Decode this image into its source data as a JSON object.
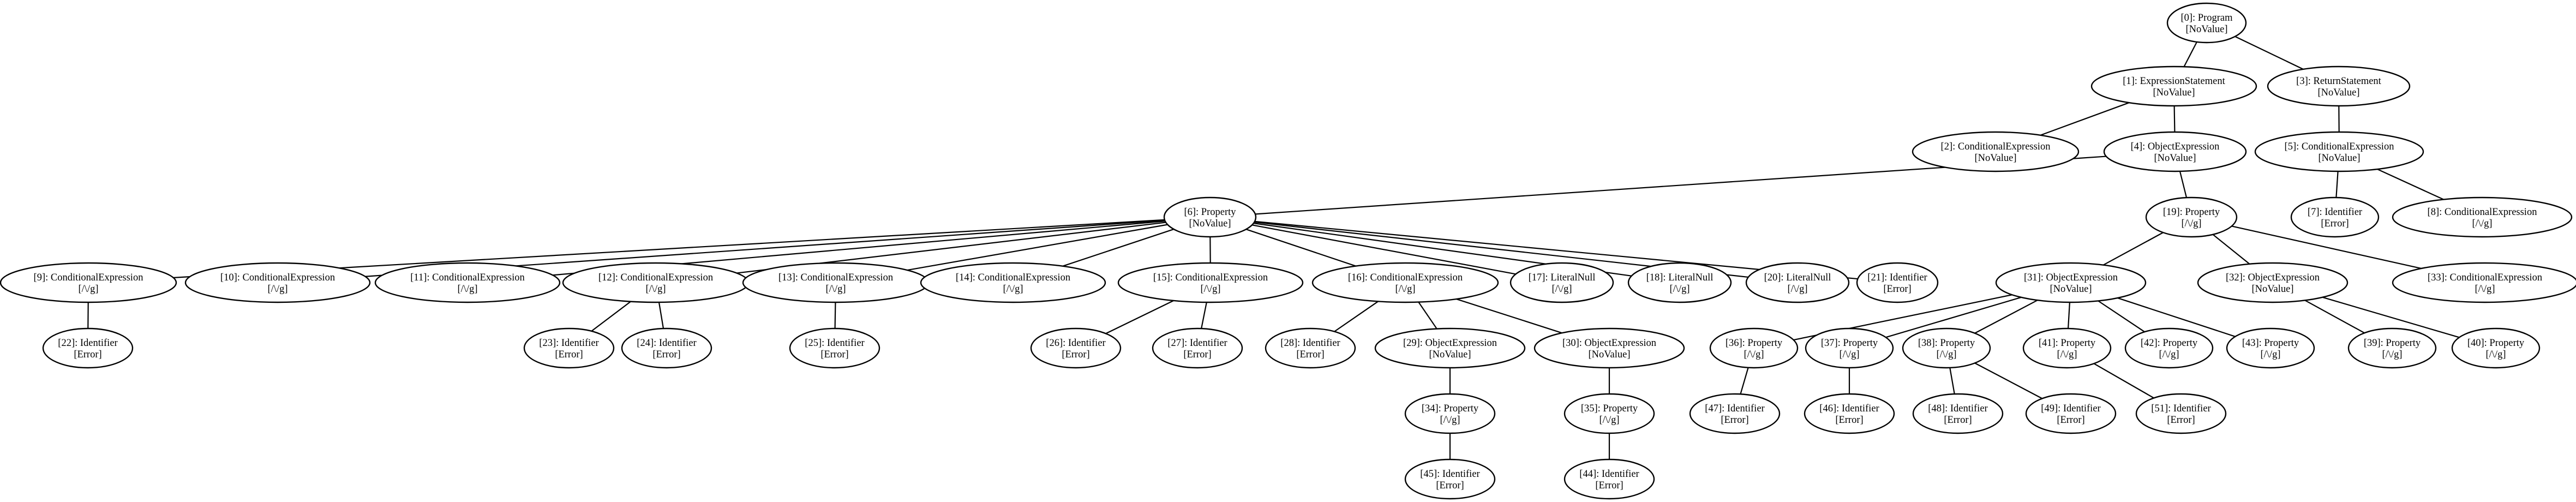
{
  "diagram": {
    "type": "tree",
    "nodes": [
      {
        "id": "n0",
        "line1": "[0]: Program",
        "line2": "[NoValue]"
      },
      {
        "id": "n1",
        "line1": "[1]: ExpressionStatement",
        "line2": "[NoValue]"
      },
      {
        "id": "n3",
        "line1": "[3]: ReturnStatement",
        "line2": "[NoValue]"
      },
      {
        "id": "n2",
        "line1": "[2]: ConditionalExpression",
        "line2": "[NoValue]"
      },
      {
        "id": "n4",
        "line1": "[4]: ObjectExpression",
        "line2": "[NoValue]"
      },
      {
        "id": "n5",
        "line1": "[5]: ConditionalExpression",
        "line2": "[NoValue]"
      },
      {
        "id": "n6",
        "line1": "[6]: Property",
        "line2": "[NoValue]"
      },
      {
        "id": "n19",
        "line1": "[19]: Property",
        "line2": "[/\\/g]"
      },
      {
        "id": "n7",
        "line1": "[7]: Identifier",
        "line2": "[Error]"
      },
      {
        "id": "n8",
        "line1": "[8]: ConditionalExpression",
        "line2": "[/\\/g]"
      },
      {
        "id": "n9",
        "line1": "[9]: ConditionalExpression",
        "line2": "[/\\/g]"
      },
      {
        "id": "n10",
        "line1": "[10]: ConditionalExpression",
        "line2": "[/\\/g]"
      },
      {
        "id": "n11",
        "line1": "[11]: ConditionalExpression",
        "line2": "[/\\/g]"
      },
      {
        "id": "n12",
        "line1": "[12]: ConditionalExpression",
        "line2": "[/\\/g]"
      },
      {
        "id": "n13",
        "line1": "[13]: ConditionalExpression",
        "line2": "[/\\/g]"
      },
      {
        "id": "n14",
        "line1": "[14]: ConditionalExpression",
        "line2": "[/\\/g]"
      },
      {
        "id": "n15",
        "line1": "[15]: ConditionalExpression",
        "line2": "[/\\/g]"
      },
      {
        "id": "n16",
        "line1": "[16]: ConditionalExpression",
        "line2": "[/\\/g]"
      },
      {
        "id": "n17",
        "line1": "[17]: LiteralNull",
        "line2": "[/\\/g]"
      },
      {
        "id": "n18",
        "line1": "[18]: LiteralNull",
        "line2": "[/\\/g]"
      },
      {
        "id": "n20",
        "line1": "[20]: LiteralNull",
        "line2": "[/\\/g]"
      },
      {
        "id": "n21",
        "line1": "[21]: Identifier",
        "line2": "[Error]"
      },
      {
        "id": "n31",
        "line1": "[31]: ObjectExpression",
        "line2": "[NoValue]"
      },
      {
        "id": "n32",
        "line1": "[32]: ObjectExpression",
        "line2": "[NoValue]"
      },
      {
        "id": "n33",
        "line1": "[33]: ConditionalExpression",
        "line2": "[/\\/g]"
      },
      {
        "id": "n22",
        "line1": "[22]: Identifier",
        "line2": "[Error]"
      },
      {
        "id": "n23",
        "line1": "[23]: Identifier",
        "line2": "[Error]"
      },
      {
        "id": "n24",
        "line1": "[24]: Identifier",
        "line2": "[Error]"
      },
      {
        "id": "n25",
        "line1": "[25]: Identifier",
        "line2": "[Error]"
      },
      {
        "id": "n26",
        "line1": "[26]: Identifier",
        "line2": "[Error]"
      },
      {
        "id": "n27",
        "line1": "[27]: Identifier",
        "line2": "[Error]"
      },
      {
        "id": "n28",
        "line1": "[28]: Identifier",
        "line2": "[Error]"
      },
      {
        "id": "n29",
        "line1": "[29]: ObjectExpression",
        "line2": "[NoValue]"
      },
      {
        "id": "n30",
        "line1": "[30]: ObjectExpression",
        "line2": "[NoValue]"
      },
      {
        "id": "n36",
        "line1": "[36]: Property",
        "line2": "[/\\/g]"
      },
      {
        "id": "n37",
        "line1": "[37]: Property",
        "line2": "[/\\/g]"
      },
      {
        "id": "n38",
        "line1": "[38]: Property",
        "line2": "[/\\/g]"
      },
      {
        "id": "n41",
        "line1": "[41]: Property",
        "line2": "[/\\/g]"
      },
      {
        "id": "n42",
        "line1": "[42]: Property",
        "line2": "[/\\/g]"
      },
      {
        "id": "n43",
        "line1": "[43]: Property",
        "line2": "[/\\/g]"
      },
      {
        "id": "n39",
        "line1": "[39]: Property",
        "line2": "[/\\/g]"
      },
      {
        "id": "n40",
        "line1": "[40]: Property",
        "line2": "[/\\/g]"
      },
      {
        "id": "n34",
        "line1": "[34]: Property",
        "line2": "[/\\/g]"
      },
      {
        "id": "n35",
        "line1": "[35]: Property",
        "line2": "[/\\/g]"
      },
      {
        "id": "n47",
        "line1": "[47]: Identifier",
        "line2": "[Error]"
      },
      {
        "id": "n46",
        "line1": "[46]: Identifier",
        "line2": "[Error]"
      },
      {
        "id": "n48",
        "line1": "[48]: Identifier",
        "line2": "[Error]"
      },
      {
        "id": "n49",
        "line1": "[49]: Identifier",
        "line2": "[Error]"
      },
      {
        "id": "n51",
        "line1": "[51]: Identifier",
        "line2": "[Error]"
      },
      {
        "id": "n45",
        "line1": "[45]: Identifier",
        "line2": "[Error]"
      },
      {
        "id": "n44",
        "line1": "[44]: Identifier",
        "line2": "[Error]"
      }
    ],
    "edges": [
      [
        "n0",
        "n1"
      ],
      [
        "n0",
        "n3"
      ],
      [
        "n1",
        "n2"
      ],
      [
        "n1",
        "n4"
      ],
      [
        "n3",
        "n5"
      ],
      [
        "n4",
        "n6"
      ],
      [
        "n4",
        "n19"
      ],
      [
        "n5",
        "n7"
      ],
      [
        "n5",
        "n8"
      ],
      [
        "n6",
        "n9"
      ],
      [
        "n6",
        "n10"
      ],
      [
        "n6",
        "n11"
      ],
      [
        "n6",
        "n12"
      ],
      [
        "n6",
        "n13"
      ],
      [
        "n6",
        "n14"
      ],
      [
        "n6",
        "n15"
      ],
      [
        "n6",
        "n16"
      ],
      [
        "n6",
        "n17"
      ],
      [
        "n6",
        "n18"
      ],
      [
        "n6",
        "n20"
      ],
      [
        "n6",
        "n21"
      ],
      [
        "n19",
        "n31"
      ],
      [
        "n19",
        "n32"
      ],
      [
        "n19",
        "n33"
      ],
      [
        "n9",
        "n22"
      ],
      [
        "n12",
        "n23"
      ],
      [
        "n12",
        "n24"
      ],
      [
        "n13",
        "n25"
      ],
      [
        "n15",
        "n26"
      ],
      [
        "n15",
        "n27"
      ],
      [
        "n16",
        "n28"
      ],
      [
        "n16",
        "n29"
      ],
      [
        "n16",
        "n30"
      ],
      [
        "n31",
        "n36"
      ],
      [
        "n31",
        "n37"
      ],
      [
        "n31",
        "n38"
      ],
      [
        "n31",
        "n41"
      ],
      [
        "n31",
        "n42"
      ],
      [
        "n31",
        "n43"
      ],
      [
        "n32",
        "n39"
      ],
      [
        "n32",
        "n40"
      ],
      [
        "n29",
        "n34"
      ],
      [
        "n30",
        "n35"
      ],
      [
        "n36",
        "n47"
      ],
      [
        "n37",
        "n46"
      ],
      [
        "n38",
        "n48"
      ],
      [
        "n38",
        "n49"
      ],
      [
        "n41",
        "n51"
      ],
      [
        "n34",
        "n45"
      ],
      [
        "n35",
        "n44"
      ]
    ]
  }
}
